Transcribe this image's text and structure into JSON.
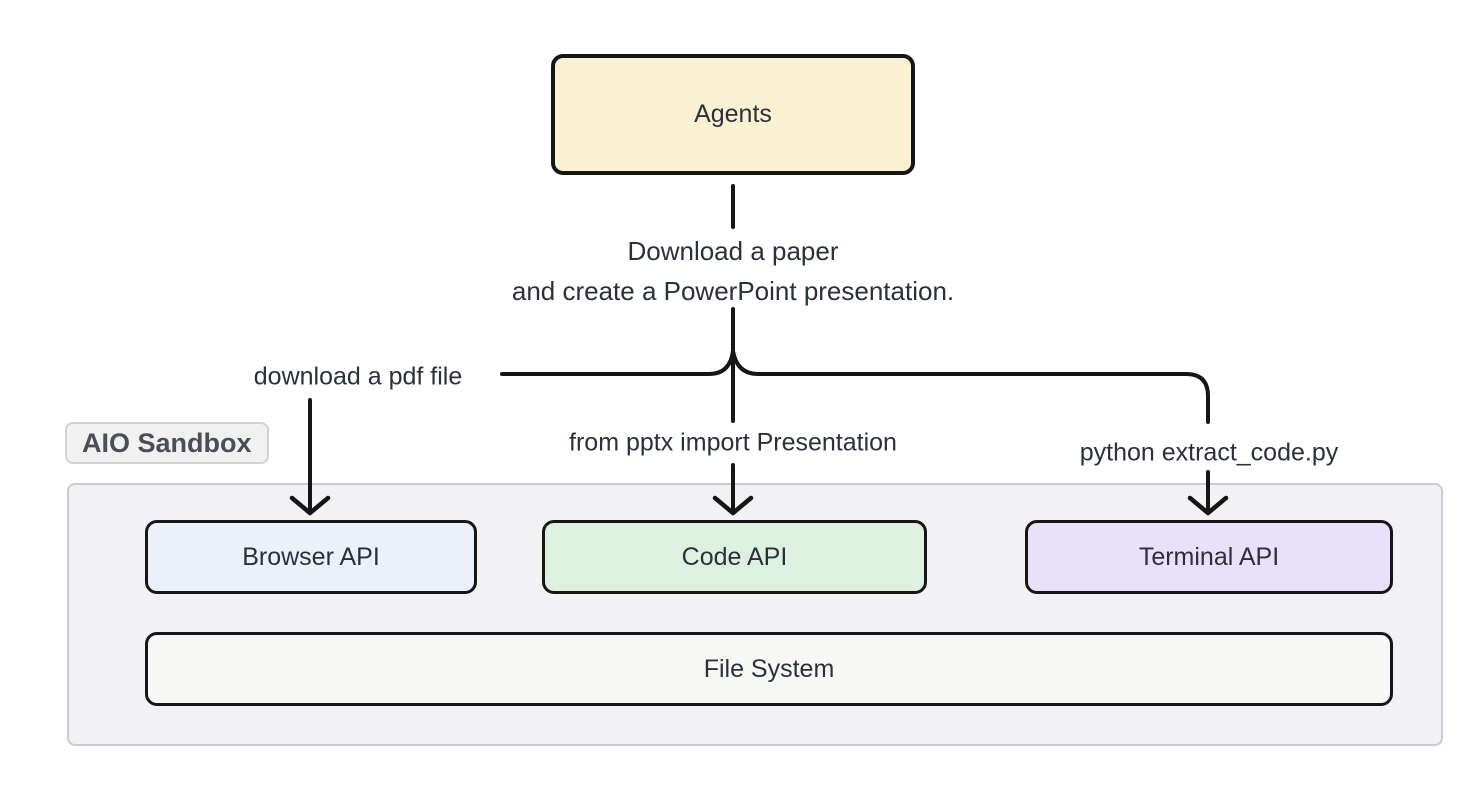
{
  "diagram": {
    "agents_label": "Agents",
    "task": {
      "line1": "Download a paper",
      "line2": "and create a PowerPoint presentation."
    },
    "edges": {
      "browser_label": "download a pdf file",
      "code_label": "from pptx import Presentation",
      "terminal_label": "python extract_code.py"
    },
    "sandbox_label": "AIO Sandbox",
    "nodes": {
      "browser": "Browser API",
      "code": "Code API",
      "terminal": "Terminal API",
      "filesystem": "File System"
    },
    "colors": {
      "agents_fill": "#faf0d2",
      "browser_fill": "#eaf1fb",
      "code_fill": "#def0df",
      "terminal_fill": "#e9e1f9",
      "filesystem_fill": "#f7f7f5",
      "sandbox_fill": "#f2f2f4",
      "badge_fill": "#f1f1f2",
      "line": "#161616",
      "text": "#2b303b"
    }
  }
}
